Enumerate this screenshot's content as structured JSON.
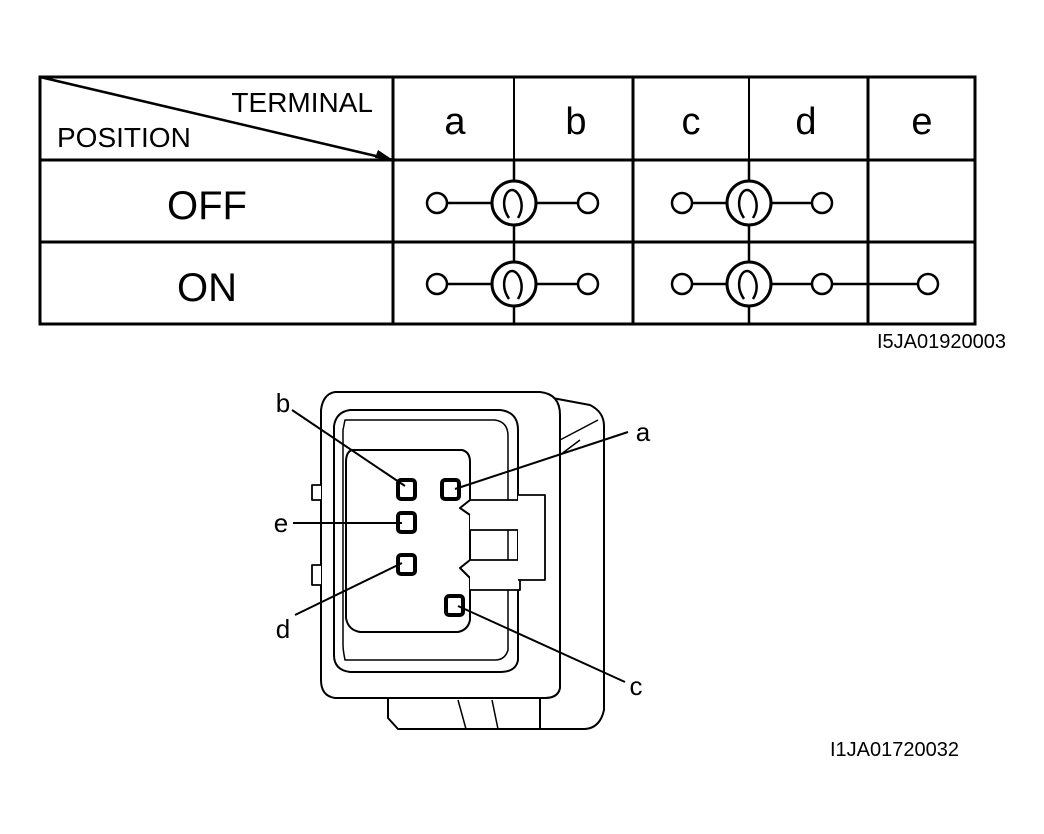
{
  "table": {
    "terminal_header": "TERMINAL",
    "position_header": "POSITION",
    "terminals": [
      "a",
      "b",
      "c",
      "d",
      "e"
    ],
    "positions": [
      "OFF",
      "ON"
    ],
    "figure_code": "I5JA01920003"
  },
  "connector": {
    "callouts": {
      "a": "a",
      "b": "b",
      "c": "c",
      "d": "d",
      "e": "e"
    },
    "figure_code": "I1JA01720032"
  },
  "colors": {
    "ink": "#000000",
    "paper": "#ffffff"
  }
}
